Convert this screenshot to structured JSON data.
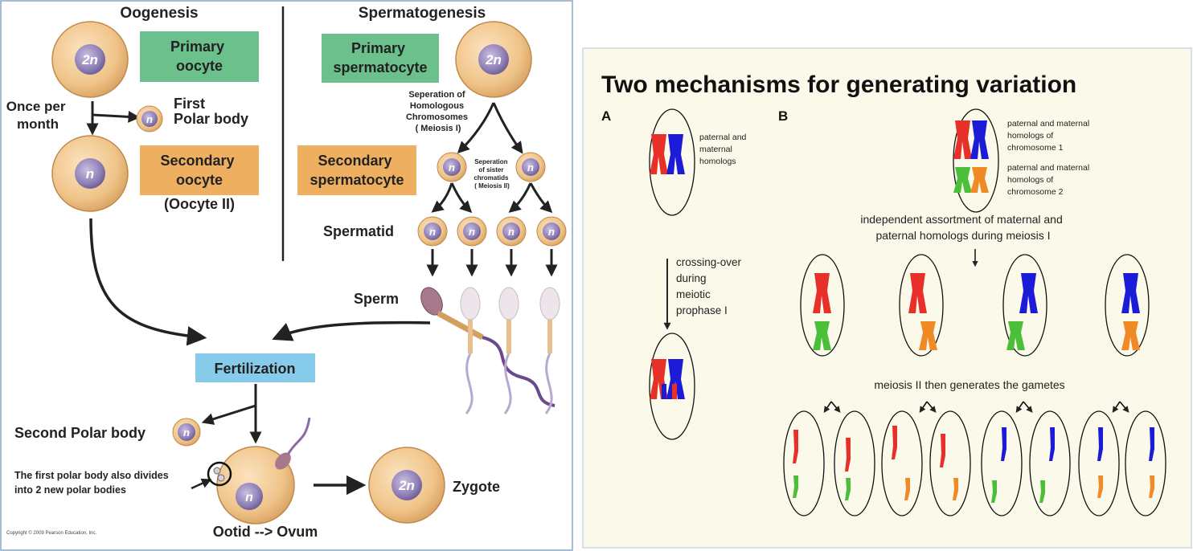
{
  "colors": {
    "cell_fill": "#f2c892",
    "nucleus_fill": "#9c8cbc",
    "green_box": "#6cc08c",
    "orange_box": "#eeb060",
    "blue_box": "#86cbea",
    "right_panel_bg": "#fbfaea",
    "red": "#e8302a",
    "blue": "#1c1cd8",
    "green": "#4bbf3a",
    "orange": "#f08a26"
  },
  "left": {
    "heading_oogenesis": "Oogenesis",
    "heading_spermatogenesis": "Spermatogenesis",
    "ploidy_2n": "2n",
    "ploidy_n": "n",
    "primary_oocyte": [
      "Primary",
      "oocyte"
    ],
    "once_per_month": [
      "Once per",
      "month"
    ],
    "first_polar_body": [
      "First",
      "Polar body"
    ],
    "secondary_oocyte": [
      "Secondary",
      "oocyte"
    ],
    "oocyte_ii": "(Oocyte II)",
    "primary_spermatocyte": [
      "Primary",
      "spermatocyte"
    ],
    "separation_homologous": [
      "Seperation of",
      "Homologous",
      "Chromosomes",
      "( Meiosis I)"
    ],
    "secondary_spermatocyte": [
      "Secondary",
      "spermatocyte"
    ],
    "separation_sister": [
      "Seperation",
      "of sister",
      "chromatids",
      "( Meiosis II)"
    ],
    "spermatid": "Spermatid",
    "sperm": "Sperm",
    "fertilization": "Fertilization",
    "second_polar_body": "Second Polar body",
    "first_polar_divides": [
      "The first polar body also divides",
      "into 2 new polar bodies"
    ],
    "ootid_ovum": "Ootid --> Ovum",
    "zygote": "Zygote",
    "copyright": "Copyright © 2009 Pearson Education, Inc."
  },
  "right": {
    "title": "Two mechanisms for generating variation",
    "label_a": "A",
    "label_b": "B",
    "paternal_maternal_homologs": [
      "paternal and",
      "maternal",
      "homologs"
    ],
    "homologs_chr1": [
      "paternal and maternal",
      "homologs of",
      "chromosome 1"
    ],
    "homologs_chr2": [
      "paternal and maternal",
      "homologs of",
      "chromosome 2"
    ],
    "independent_assortment": [
      "independent assortment of maternal and",
      "paternal homologs during meiosis I"
    ],
    "crossing_over": [
      "crossing-over",
      "during",
      "meiotic",
      "prophase I"
    ],
    "meiosis_ii": "meiosis II then generates the gametes"
  }
}
